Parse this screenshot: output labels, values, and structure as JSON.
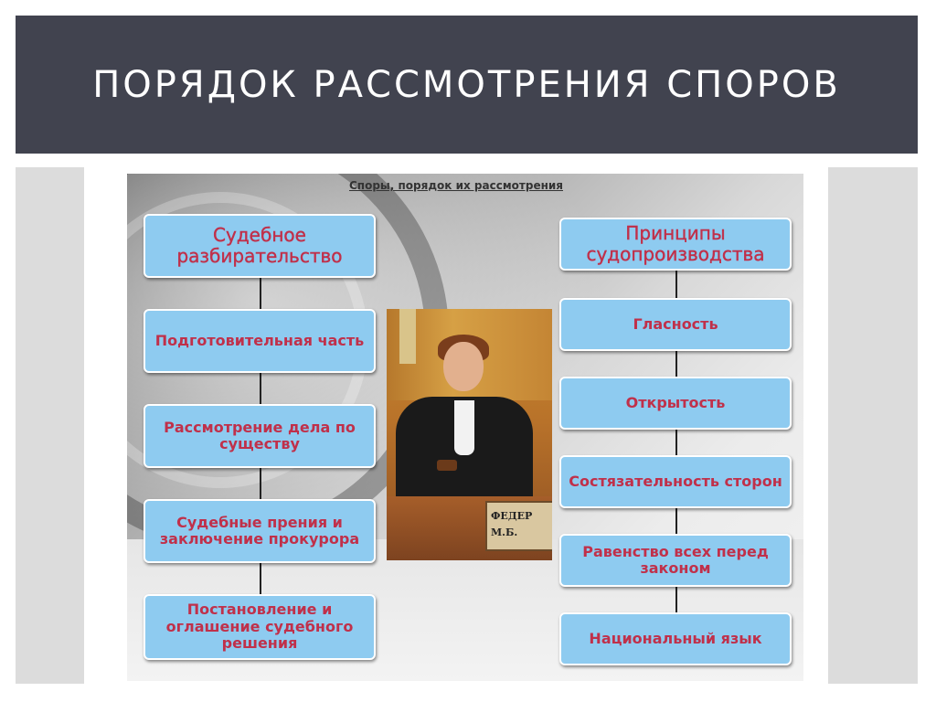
{
  "slide": {
    "title": "ПОРЯДОК РАССМОТРЕНИЯ СПОРОВ"
  },
  "diagram": {
    "title": "Споры, порядок их рассмотрения",
    "left_column": {
      "header": "Судебное разбирательство",
      "steps": [
        "Подготовительная часть",
        "Рассмотрение дела по существу",
        "Судебные прения и заключение прокурора",
        "Постановление и оглашение судебного решения"
      ]
    },
    "right_column": {
      "header": "Принципы судопроизводства",
      "principles": [
        "Гласность",
        "Открытость",
        "Состязательность сторон",
        "Равенство всех перед законом",
        "Национальный язык"
      ]
    },
    "photo": {
      "nameplate_line1": "ФЕДЕР",
      "nameplate_line2": "М.Б."
    }
  },
  "colors": {
    "title_bar": "#41434f",
    "box_fill": "#8ecbf0",
    "box_text": "#c0304a"
  }
}
